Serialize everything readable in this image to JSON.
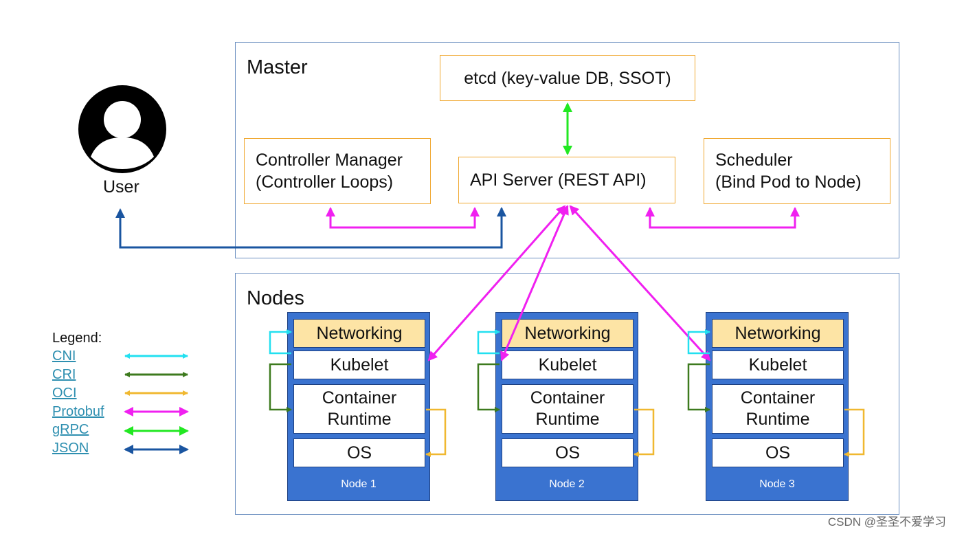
{
  "master": {
    "title": "Master",
    "etcd": "etcd (key-value DB, SSOT)",
    "controller_manager": [
      "Controller Manager",
      "(Controller Loops)"
    ],
    "api_server": "API Server (REST API)",
    "scheduler": [
      "Scheduler",
      "(Bind Pod to Node)"
    ]
  },
  "nodes": {
    "title": "Nodes",
    "items": [
      {
        "networking": "Networking",
        "kubelet": "Kubelet",
        "runtime": [
          "Container",
          "Runtime"
        ],
        "os": "OS",
        "label": "Node 1"
      },
      {
        "networking": "Networking",
        "kubelet": "Kubelet",
        "runtime": [
          "Container",
          "Runtime"
        ],
        "os": "OS",
        "label": "Node 2"
      },
      {
        "networking": "Networking",
        "kubelet": "Kubelet",
        "runtime": [
          "Container",
          "Runtime"
        ],
        "os": "OS",
        "label": "Node 3"
      }
    ]
  },
  "user": {
    "label": "User",
    "icon": "user-avatar-icon"
  },
  "legend": {
    "title": "Legend:",
    "items": [
      {
        "label": "CNI",
        "color": "#22e0f0"
      },
      {
        "label": "CRI",
        "color": "#3d7a1e"
      },
      {
        "label": "OCI",
        "color": "#f0b830"
      },
      {
        "label": "Protobuf",
        "color": "#f020f0"
      },
      {
        "label": "gRPC",
        "color": "#22e822"
      },
      {
        "label": "JSON",
        "color": "#1a55a0"
      }
    ]
  },
  "watermark": "CSDN @圣圣不爱学习"
}
